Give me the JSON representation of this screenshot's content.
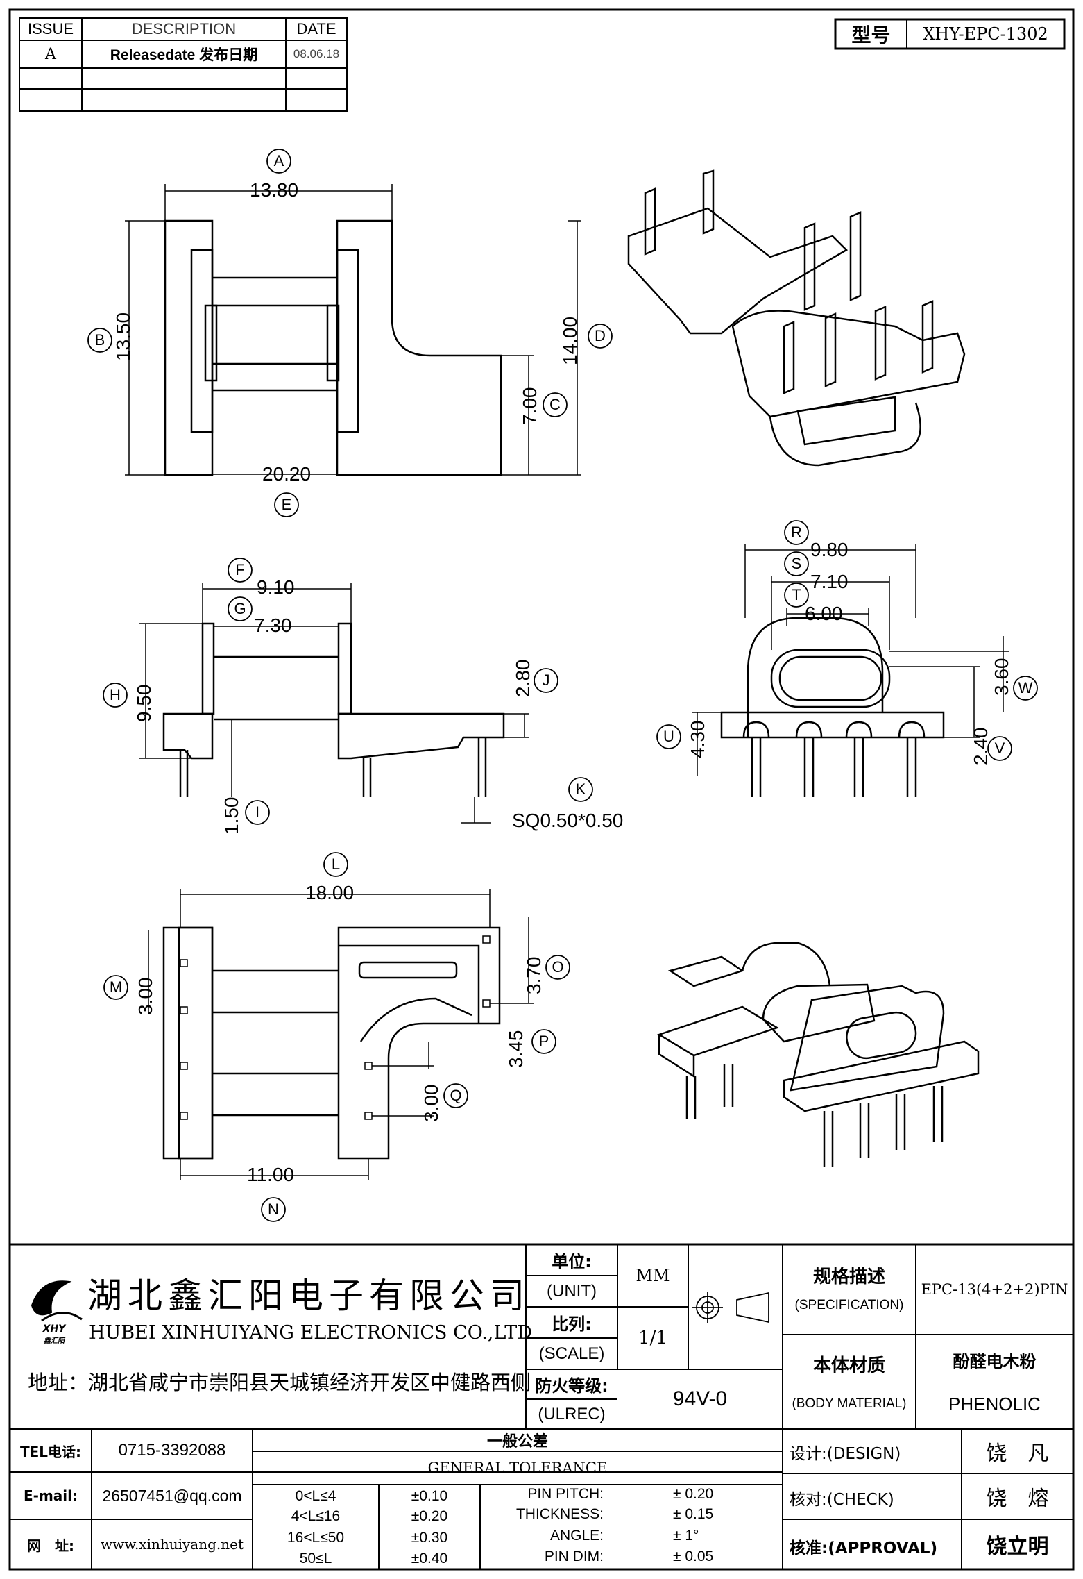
{
  "revision_table": {
    "headers": [
      "ISSUE",
      "DESCRIPTION",
      "DATE"
    ],
    "rows": [
      {
        "issue": "A",
        "description": "Releasedate 发布日期",
        "date": "08.06.18"
      },
      {
        "issue": "",
        "description": "",
        "date": ""
      },
      {
        "issue": "",
        "description": "",
        "date": ""
      }
    ]
  },
  "model": {
    "label": "型号",
    "value": "XHY-EPC-1302"
  },
  "dimensions": {
    "A": "13.80",
    "B": "13.50",
    "C": "7.00",
    "D": "14.00",
    "E": "20.20",
    "F": "9.10",
    "G": "7.30",
    "H": "9.50",
    "I": "1.50",
    "J": "2.80",
    "K": "SQ0.50*0.50",
    "L": "18.00",
    "M": "3.00",
    "N": "11.00",
    "O": "3.70",
    "P": "3.45",
    "Q": "3.00",
    "R": "9.80",
    "S": "7.10",
    "T": "6.00",
    "U": "4.30",
    "V": "2.40",
    "W": "3.60"
  },
  "company": {
    "name_cn": "湖北鑫汇阳电子有限公司",
    "name_en": "HUBEI XINHUIYANG ELECTRONICS CO.,LTD",
    "address": "地址：湖北省咸宁市崇阳县天城镇经济开发区中健路西侧",
    "logo_text": "XHY",
    "logo_sub": "鑫汇阳"
  },
  "title_block": {
    "unit_cn": "单位:",
    "unit_en": "(UNIT)",
    "unit_value": "MM",
    "scale_cn": "比列:",
    "scale_en": "(SCALE)",
    "scale_value": "1/1",
    "fire_cn": "防火等级:",
    "fire_en": "(ULREC)",
    "fire_value": "94V-0",
    "spec_cn": "规格描述",
    "spec_en": "(SPECIFICATION)",
    "spec_value": "EPC-13(4+2+2)PIN",
    "material_cn": "本体材质",
    "material_en": "(BODY MATERIAL)",
    "material_value_cn": "酚醛电木粉",
    "material_value_en": "PHENOLIC"
  },
  "contact": {
    "tel_label": "TEL电话:",
    "tel": "0715-3392088",
    "email_label": "E-mail:",
    "email": "26507451@qq.com",
    "web_label": "网　址:",
    "web": "www.xinhuiyang.net"
  },
  "tolerance": {
    "title_cn": "一般公差",
    "title_en": "GENERAL TOLERANCE",
    "ranges": [
      {
        "range": "0<L≤4",
        "tol": "±0.10"
      },
      {
        "range": "4<L≤16",
        "tol": "±0.20"
      },
      {
        "range": "16<L≤50",
        "tol": "±0.30"
      },
      {
        "range": "50≤L",
        "tol": "±0.40"
      }
    ],
    "others": [
      {
        "label": "PIN PITCH:",
        "tol": "±  0.20"
      },
      {
        "label": "THICKNESS:",
        "tol": "±  0.15"
      },
      {
        "label": "ANGLE:",
        "tol": "±  1°"
      },
      {
        "label": "PIN DIM:",
        "tol": "±  0.05"
      }
    ]
  },
  "approvals": {
    "design_label": "设计:(DESIGN)",
    "design_name": "饶　凡",
    "check_label": "核对:(CHECK)",
    "check_name": "饶　熔",
    "approval_label": "核准:(APPROVAL)",
    "approval_name": "饶立明"
  }
}
